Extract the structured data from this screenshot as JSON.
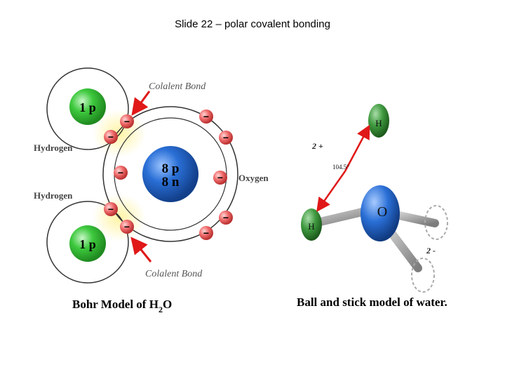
{
  "slide": {
    "title": "Slide 22 – polar covalent bonding"
  },
  "bohr_model": {
    "hydrogen_label_top": "Hydrogen",
    "hydrogen_label_bottom": "Hydrogen",
    "oxygen_label": "Oxygen",
    "bond_label_top": "Colalent Bond",
    "bond_label_bottom": "Colalent Bond",
    "hydrogen_nucleus": "1 p",
    "oxygen_nucleus_protons": "8 p",
    "oxygen_nucleus_neutrons": "8 n",
    "electron_symbol": "−",
    "caption_prefix": "Bohr Model of H",
    "caption_subscript": "2",
    "caption_suffix": "O",
    "colors": {
      "hydrogen_nucleus": "#3ec93e",
      "oxygen_nucleus": "#2a6fd6",
      "electron": "#f06c6c",
      "bond_arrow": "#e01818",
      "shared_glow": "#fff3a0"
    }
  },
  "ball_stick_model": {
    "hydrogen_top_label": "H",
    "hydrogen_left_label": "H",
    "oxygen_label": "O",
    "positive_charge": "2 +",
    "negative_charge": "2 -",
    "angle_label": "104.5°",
    "caption": "Ball and stick model of water.",
    "colors": {
      "hydrogen": "#3f9a3f",
      "oxygen": "#2a6fd6",
      "stick": "#9a9a9a",
      "angle_arrow": "#e01818",
      "lone_pair_outline": "#aaaaaa"
    }
  }
}
